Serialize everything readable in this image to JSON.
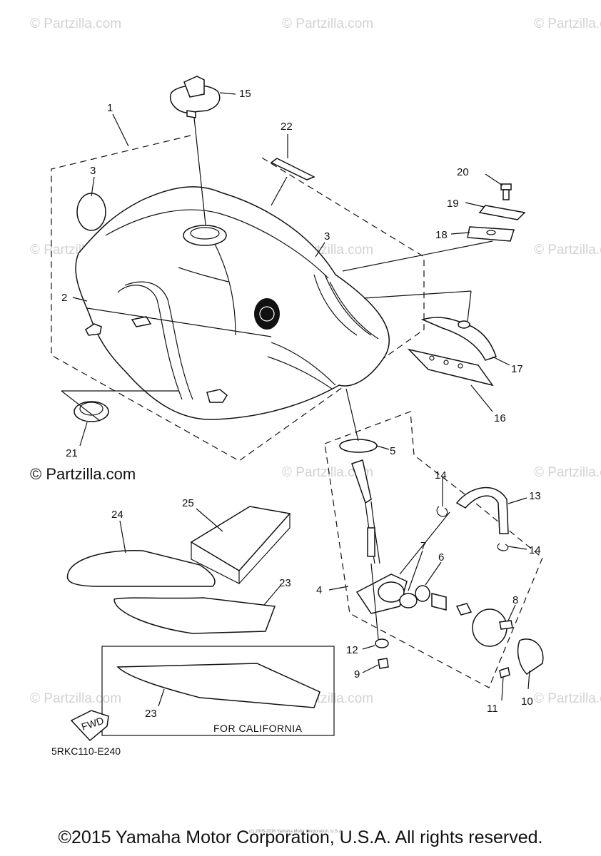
{
  "watermark": {
    "text": "© Partzilla.com"
  },
  "watermark_main": {
    "text": "© Partzilla.com"
  },
  "callouts": {
    "n1": "1",
    "n2": "2",
    "n3a": "3",
    "n3b": "3",
    "n4": "4",
    "n5": "5",
    "n6": "6",
    "n7": "7",
    "n8": "8",
    "n9": "9",
    "n10": "10",
    "n11": "11",
    "n12": "12",
    "n13": "13",
    "n14a": "14",
    "n14b": "14",
    "n15": "15",
    "n16": "16",
    "n17": "17",
    "n18": "18",
    "n19": "19",
    "n20": "20",
    "n21": "21",
    "n22": "22",
    "n23a": "23",
    "n23b": "23",
    "n24": "24",
    "n25": "25"
  },
  "california_box": {
    "label": "FOR CALIFORNIA"
  },
  "fwd_arrow": {
    "label": "FWD"
  },
  "diagram_code": "5RKC110-E240",
  "footer": {
    "copyright": "©2015 Yamaha Motor Corporation, U.S.A. All rights reserved.",
    "tiny_note": "(c) 2005-2016 Yamaha Motor Corporation, U.S.A."
  }
}
